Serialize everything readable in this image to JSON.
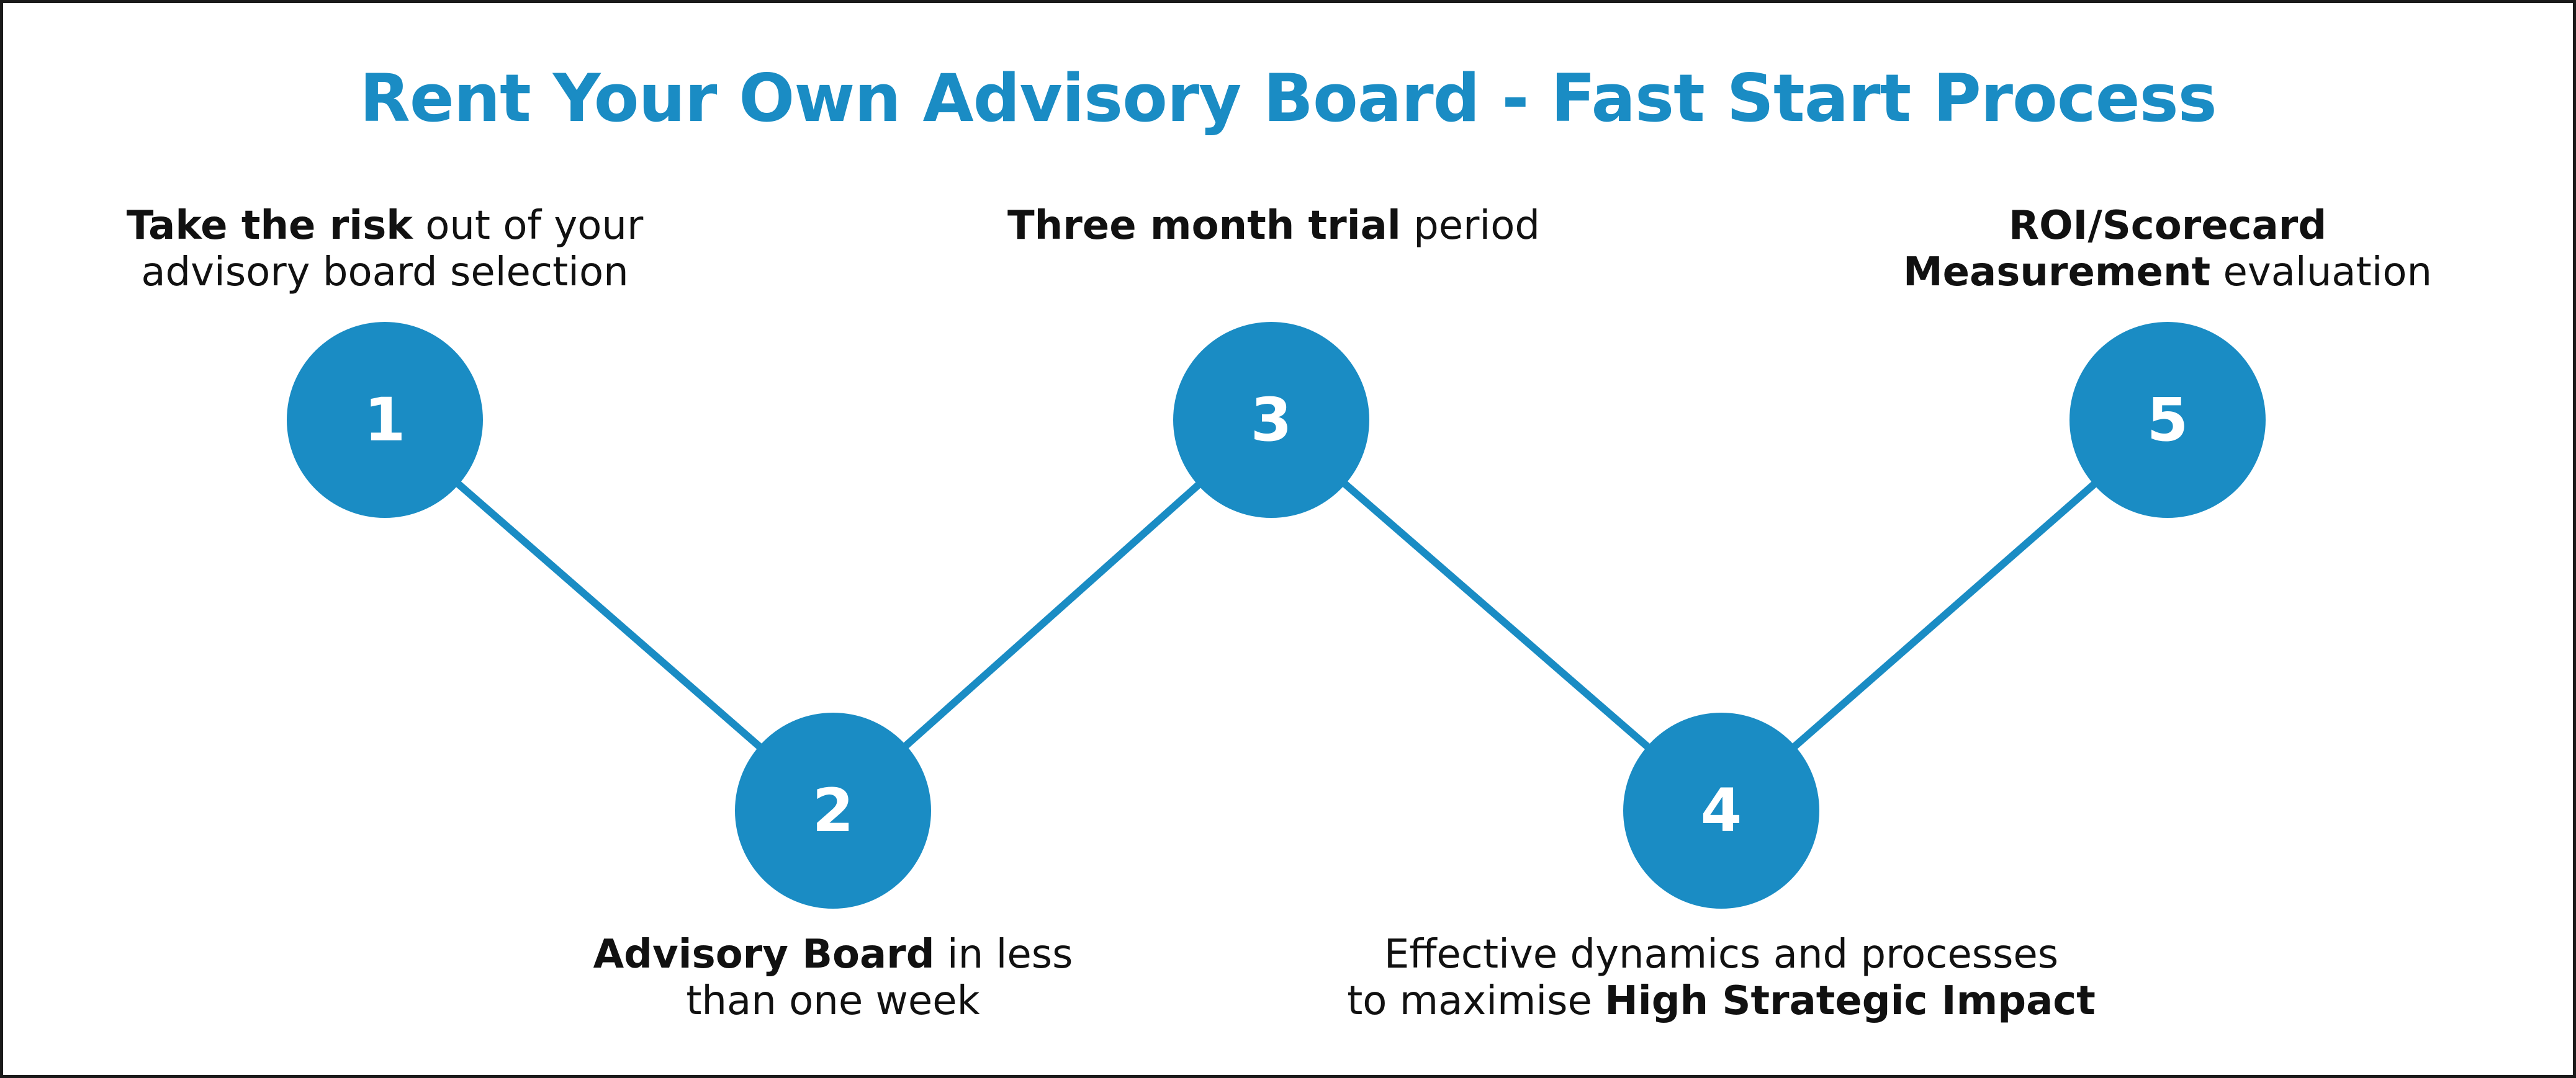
{
  "title": "Rent Your Own Advisory Board - Fast Start Process",
  "colors": {
    "accent": "#1a8cc4",
    "text": "#111111",
    "border": "#1a1a1a"
  },
  "steps": [
    {
      "number": "1",
      "caption": {
        "line1": {
          "bold": "Take the risk",
          "after": " out of your"
        },
        "line2": {
          "plain": "advisory board selection"
        }
      }
    },
    {
      "number": "2",
      "caption": {
        "line1": {
          "bold": "Advisory Board",
          "after": " in less"
        },
        "line2": {
          "plain": "than one week"
        }
      }
    },
    {
      "number": "3",
      "caption": {
        "line1": {
          "bold": "Three month trial",
          "after": " period"
        }
      }
    },
    {
      "number": "4",
      "caption": {
        "line1": {
          "plain": "Effective dynamics and processes"
        },
        "line2": {
          "before": "to maximise ",
          "bold": "High Strategic Impact"
        }
      }
    },
    {
      "number": "5",
      "caption": {
        "line1": {
          "bold": "ROI/Scorecard"
        },
        "line2": {
          "bold": "Measurement",
          "after": " evaluation"
        }
      }
    }
  ]
}
